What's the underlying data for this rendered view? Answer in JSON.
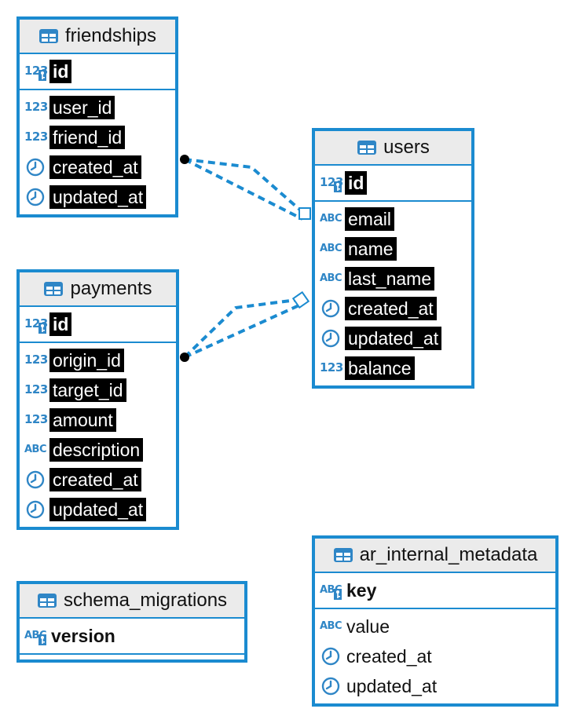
{
  "tables": {
    "friendships": {
      "name": "friendships",
      "pk": [
        {
          "type": "123",
          "name": "id",
          "key": true
        }
      ],
      "columns": [
        {
          "type": "123",
          "name": "user_id"
        },
        {
          "type": "123",
          "name": "friend_id"
        },
        {
          "type": "clock",
          "name": "created_at"
        },
        {
          "type": "clock",
          "name": "updated_at"
        }
      ]
    },
    "users": {
      "name": "users",
      "pk": [
        {
          "type": "123",
          "name": "id",
          "key": true
        }
      ],
      "columns": [
        {
          "type": "ABC",
          "name": "email"
        },
        {
          "type": "ABC",
          "name": "name"
        },
        {
          "type": "ABC",
          "name": "last_name"
        },
        {
          "type": "clock",
          "name": "created_at"
        },
        {
          "type": "clock",
          "name": "updated_at"
        },
        {
          "type": "123",
          "name": "balance"
        }
      ]
    },
    "payments": {
      "name": "payments",
      "pk": [
        {
          "type": "123",
          "name": "id",
          "key": true
        }
      ],
      "columns": [
        {
          "type": "123",
          "name": "origin_id"
        },
        {
          "type": "123",
          "name": "target_id"
        },
        {
          "type": "123",
          "name": "amount"
        },
        {
          "type": "ABC",
          "name": "description"
        },
        {
          "type": "clock",
          "name": "created_at"
        },
        {
          "type": "clock",
          "name": "updated_at"
        }
      ]
    },
    "schema_migrations": {
      "name": "schema_migrations",
      "pk": [
        {
          "type": "ABC",
          "name": "version",
          "key": true
        }
      ],
      "columns": []
    },
    "ar_internal_metadata": {
      "name": "ar_internal_metadata",
      "pk": [
        {
          "type": "ABC",
          "name": "key",
          "key": true
        }
      ],
      "columns": [
        {
          "type": "ABC",
          "name": "value"
        },
        {
          "type": "clock",
          "name": "created_at"
        },
        {
          "type": "clock",
          "name": "updated_at"
        }
      ]
    }
  },
  "relationships": [
    {
      "from": "friendships",
      "to": "users"
    },
    {
      "from": "friendships",
      "to": "users"
    },
    {
      "from": "payments",
      "to": "users"
    },
    {
      "from": "payments",
      "to": "users"
    }
  ],
  "colors": {
    "border": "#1b8bd0",
    "header": "#ebebeb",
    "type_icon": "#2f86c6",
    "highlight": "#000000"
  }
}
